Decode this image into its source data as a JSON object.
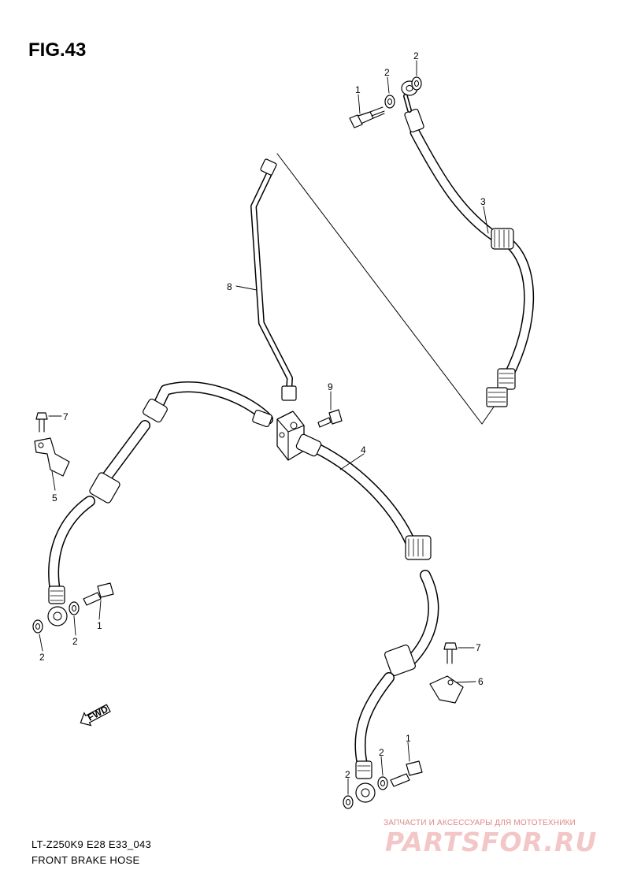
{
  "figure": {
    "title": "FIG.43"
  },
  "callouts": {
    "c1_top": "1",
    "c2_top_left": "2",
    "c2_top_right": "2",
    "c3": "3",
    "c8": "8",
    "c9": "9",
    "c4": "4",
    "c7_left": "7",
    "c5": "5",
    "c1_left": "1",
    "c2_left_a": "2",
    "c2_left_b": "2",
    "c7_right": "7",
    "c6": "6",
    "c1_right": "1",
    "c2_right_a": "2",
    "c2_right_b": "2"
  },
  "direction_badge": "FWD",
  "caption": {
    "model_code": "LT-Z250K9 E28 E33_043",
    "description": "FRONT BRAKE HOSE"
  },
  "watermark": {
    "tagline": "ЗАПЧАСТИ И АКСЕССУАРЫ ДЛЯ МОТОТЕХНИКИ",
    "logo": "PARTSFOR.RU"
  }
}
